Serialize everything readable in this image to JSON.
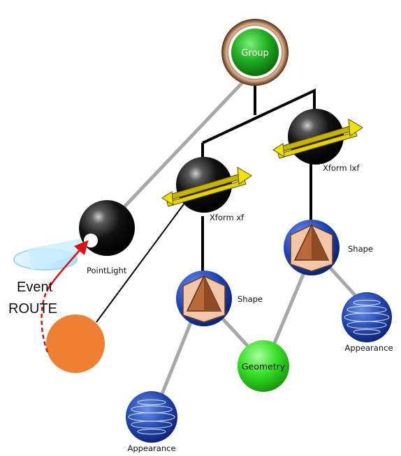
{
  "nodes": {
    "group": "Group",
    "xform_left": "Xform xf",
    "xform_right": "Xform lxf",
    "pointlight": "PointLight",
    "shape_left": "Shape",
    "shape_right": "Shape",
    "geometry": "Geometry",
    "appearance_left": "Appearance",
    "appearance_right": "Appearance"
  },
  "event_route": {
    "line1": "Event",
    "line2": "ROUTE"
  },
  "colors": {
    "group_fill": "#22b022",
    "group_ring": "#7a3f1e",
    "geometry_fill": "#33dd22",
    "sensor_fill": "#ee8033",
    "route_arrow": "#e01010",
    "parent_edge": "#000000",
    "shared_edge": "#a8a8a8"
  }
}
